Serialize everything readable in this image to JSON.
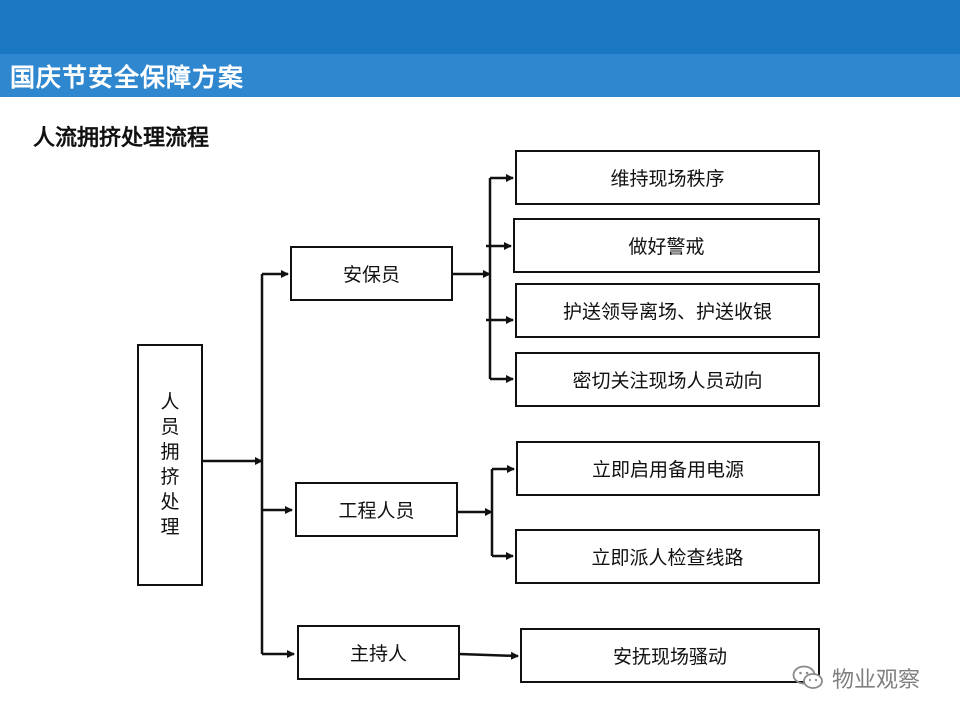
{
  "header": {
    "title": "国庆节安全保障方案"
  },
  "subtitle": "人流拥挤处理流程",
  "root": {
    "chars": [
      "人",
      "员",
      "拥",
      "挤",
      "处",
      "理"
    ]
  },
  "roles": {
    "security": "安保员",
    "engineering": "工程人员",
    "host": "主持人"
  },
  "actions": {
    "a1": "维持现场秩序",
    "a2": "做好警戒",
    "a3": "护送领导离场、护送收银",
    "a4": "密切关注现场人员动向",
    "a5": "立即启用备用电源",
    "a6": "立即派人检查线路",
    "a7": "安抚现场骚动"
  },
  "watermark": {
    "text": "物业观察",
    "icon": "wechat-icon"
  }
}
